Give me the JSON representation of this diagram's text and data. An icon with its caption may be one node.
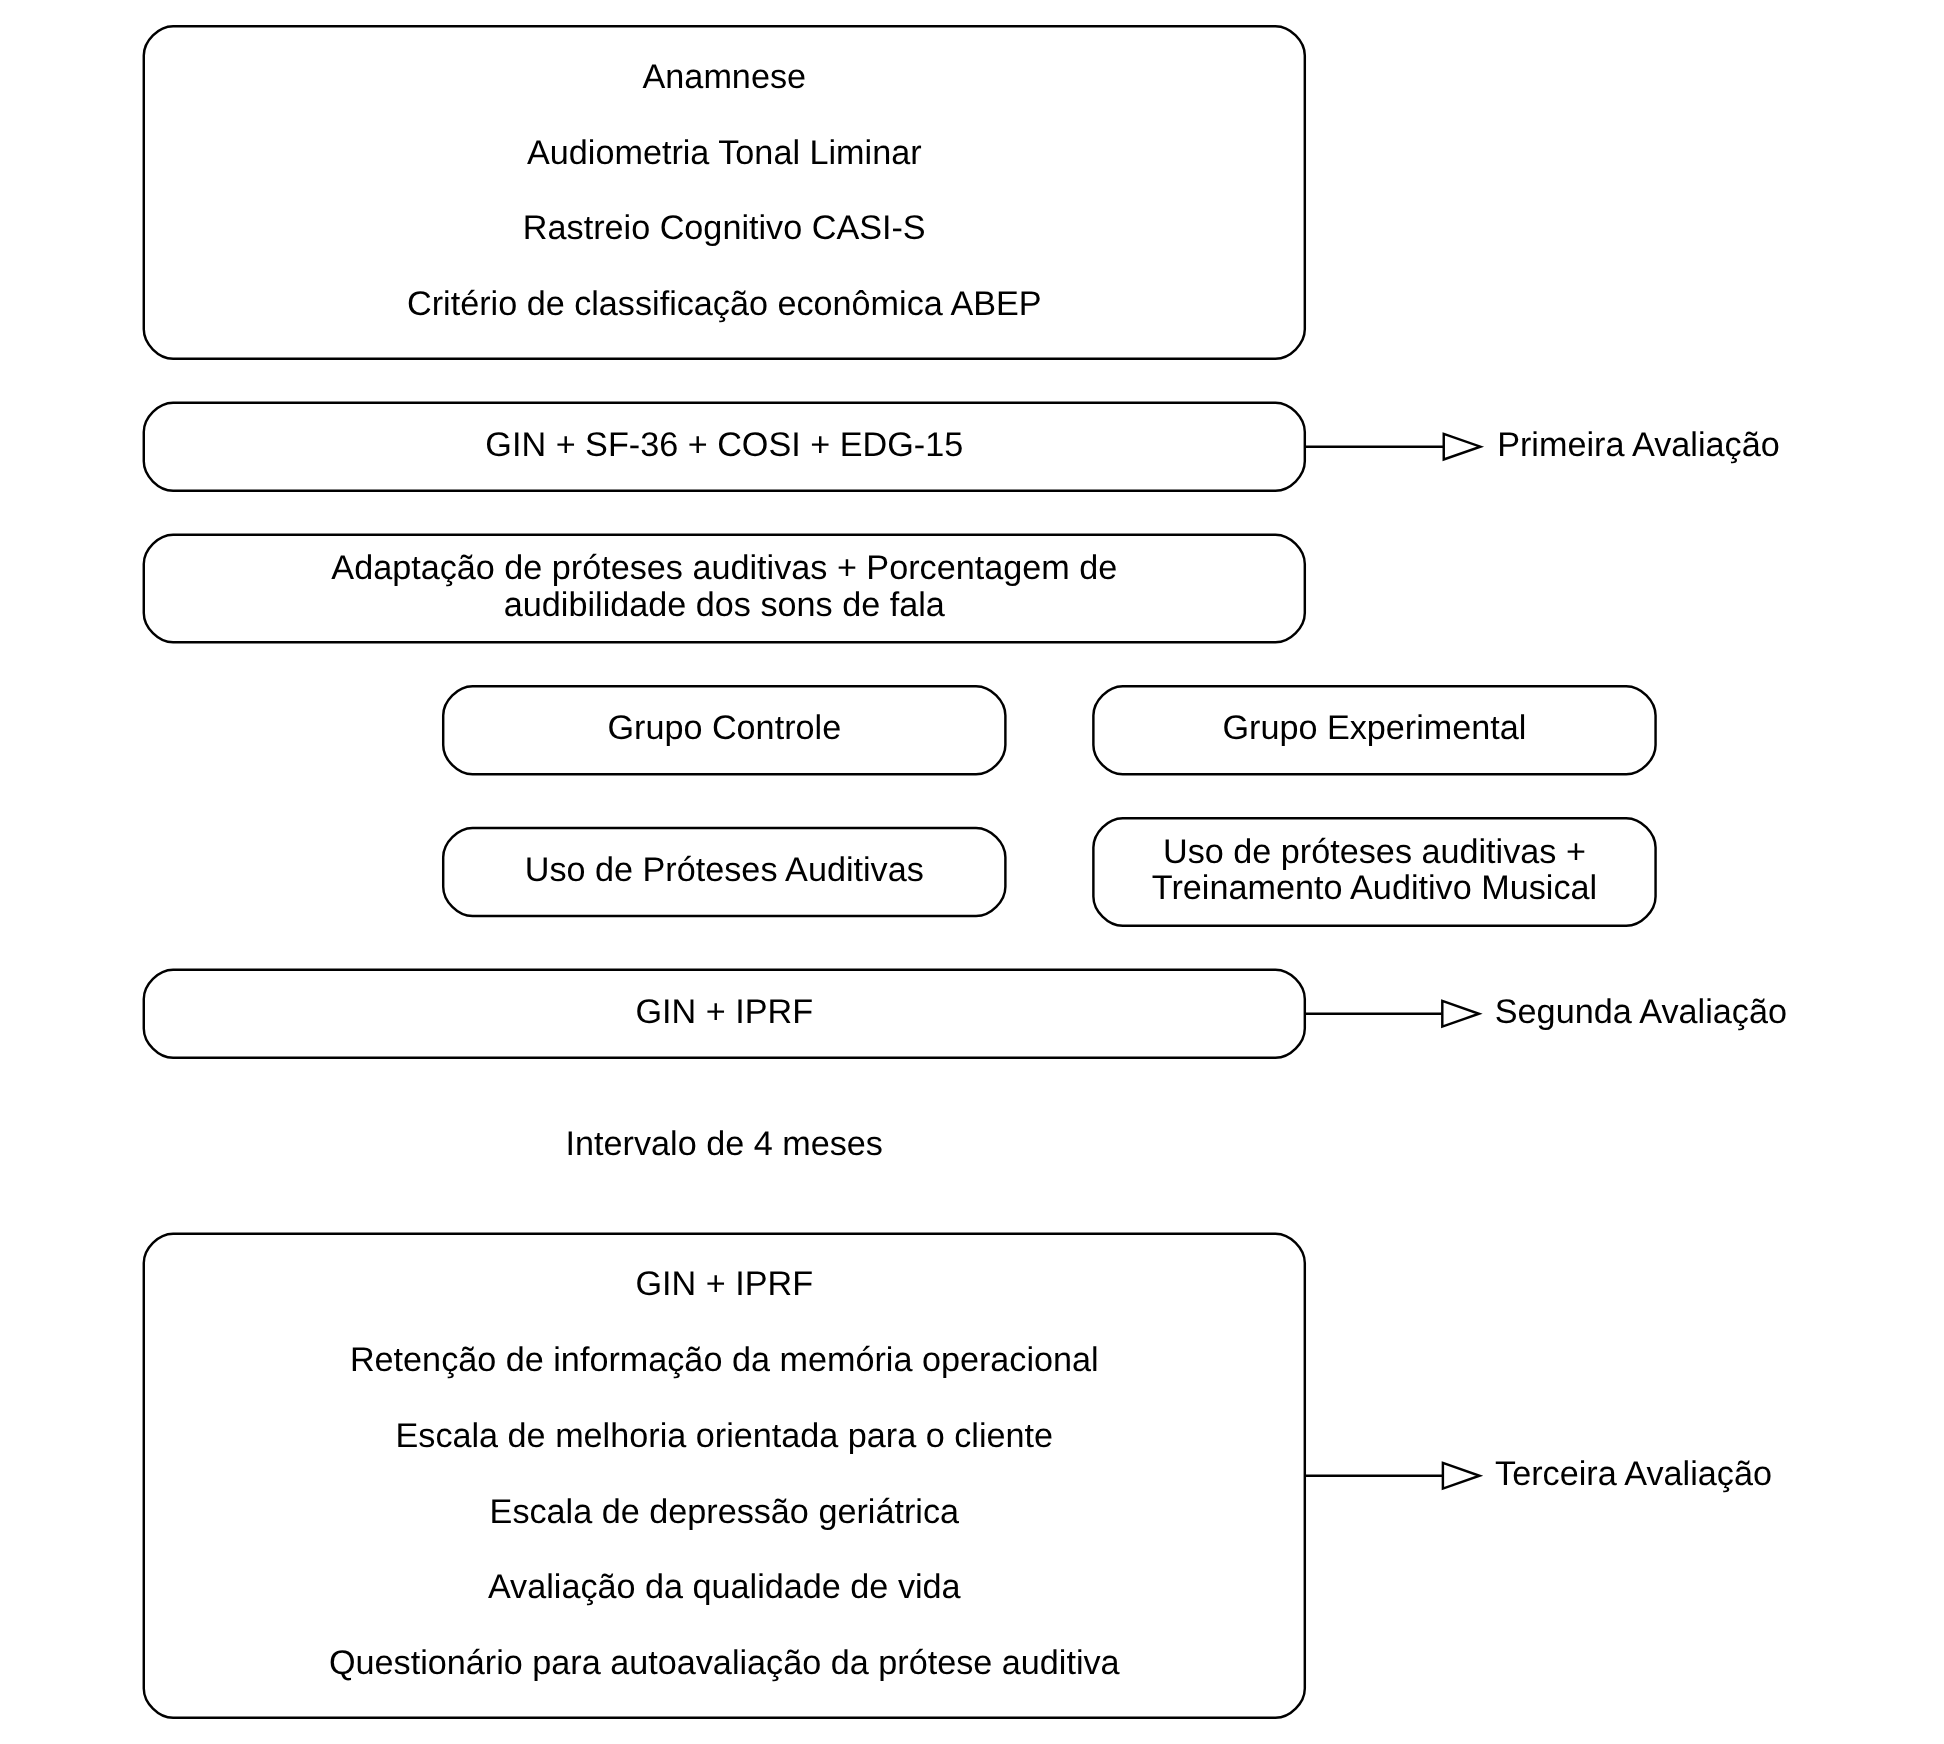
{
  "diagram": {
    "nodes": [
      {
        "text": [
          "Anamnese",
          "Audiometria Tonal Liminar",
          "Rastreio Cognitivo CASI-S",
          "Critério de classificação econômica ABEP"
        ]
      },
      {
        "text": [
          "GIN + SF-36 + COSI + EDG-15"
        ]
      },
      {
        "text": [
          "Primeira Avaliação"
        ]
      },
      {
        "text": [
          "Adaptação de próteses auditivas + Porcentagem de audibilidade dos sons de fala"
        ]
      },
      {
        "text": [
          "Grupo Controle"
        ]
      },
      {
        "text": [
          "Grupo Experimental"
        ]
      },
      {
        "text": [
          "Uso de Próteses Auditivas"
        ]
      },
      {
        "text": [
          "Uso de próteses auditivas + Treinamento Auditivo Musical"
        ]
      },
      {
        "text": [
          "GIN + IPRF"
        ]
      },
      {
        "text": [
          "Segunda Avaliação"
        ]
      },
      {
        "text": [
          "GIN + IPRF",
          "Retenção de informação da memória operacional",
          "Escala de melhoria orientada para o cliente",
          "Escala de depressão geriátrica",
          "Avaliação da qualidade de vida",
          "Questionário para autoavaliação da prótese auditiva"
        ]
      },
      {
        "text": [
          "Terceira Avaliação"
        ]
      }
    ],
    "edges": [
      {
        "from": 1,
        "to": 2,
        "arrow": "to"
      },
      {
        "from": 8,
        "to": 9,
        "arrow": "to"
      },
      {
        "from": 10,
        "to": 11,
        "arrow": "to"
      }
    ],
    "labels": [
      "Intervalo de 4 meses"
    ]
  }
}
